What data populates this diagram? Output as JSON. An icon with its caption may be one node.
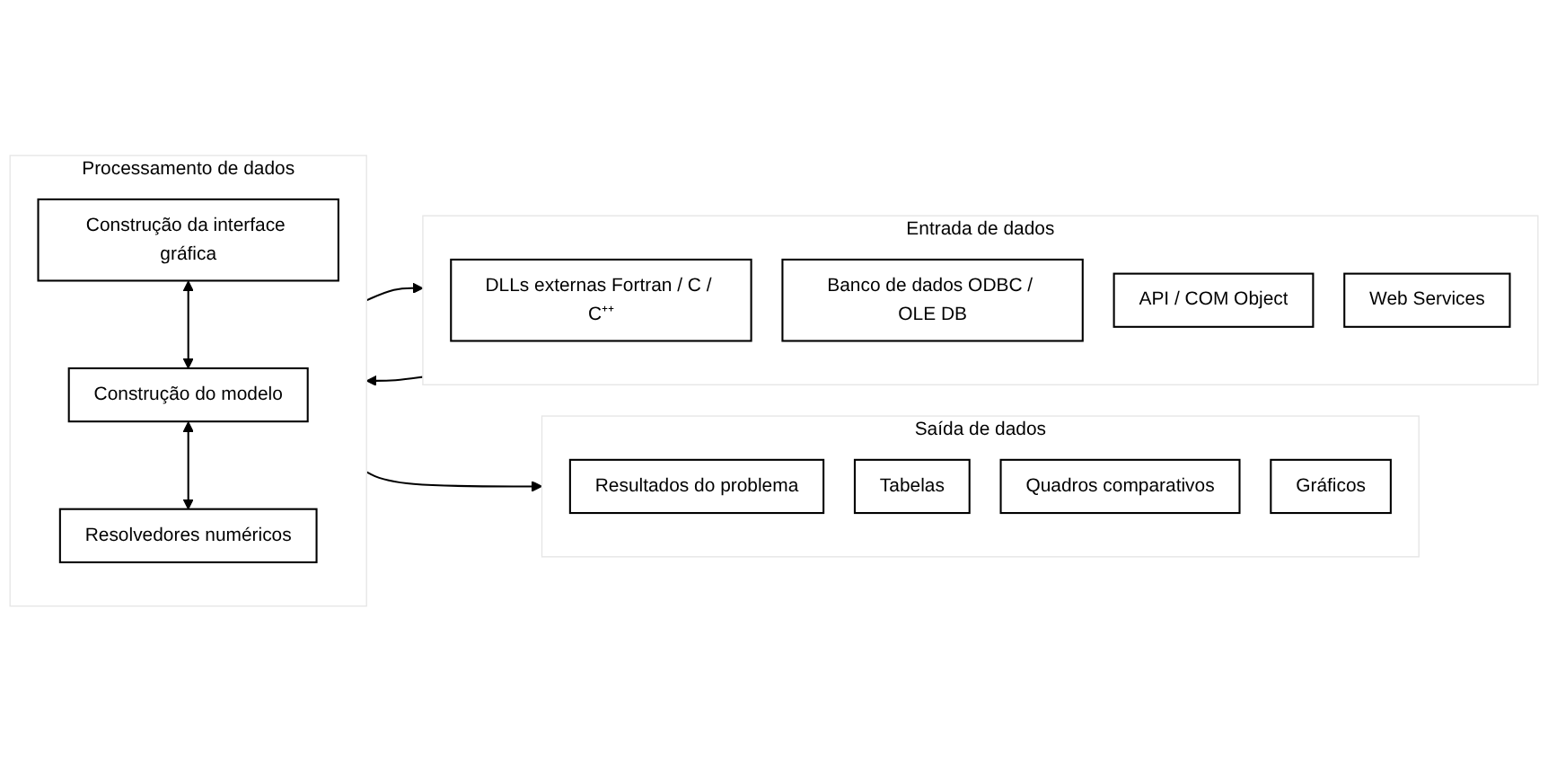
{
  "diagram": {
    "nodes": [
      {
        "text": [
          "Entrada de dados"
        ]
      },
      {
        "text": [
          "DLLs externas Fortran / C / C⁺⁺"
        ],
        "in": 0
      },
      {
        "text": [
          "Banco de dados ODBC / OLE DB"
        ],
        "in": 0
      },
      {
        "text": [
          "API / COM Object"
        ],
        "in": 0
      },
      {
        "text": [
          "Web Services"
        ],
        "in": 0
      },
      {
        "text": [
          "Processamento de dados"
        ]
      },
      {
        "text": [
          "Construção da interface gráfica"
        ],
        "in": 5
      },
      {
        "text": [
          "Construção do modelo"
        ],
        "in": 5
      },
      {
        "text": [
          "Resolvedores numéricos"
        ],
        "in": 5
      },
      {
        "text": [
          "Saída de dados"
        ]
      },
      {
        "text": [
          "Resultados do problema"
        ],
        "in": 9
      },
      {
        "text": [
          "Tabelas"
        ],
        "in": 9
      },
      {
        "text": [
          "Quadros comparativos"
        ],
        "in": 9
      },
      {
        "text": [
          "Gráficos"
        ],
        "in": 9
      }
    ],
    "edges": [
      {
        "from": 0,
        "to": 5,
        "arrow": "to"
      },
      {
        "from": 5,
        "to": 0,
        "arrow": "to"
      },
      {
        "from": 6,
        "to": 7,
        "arrow": "both"
      },
      {
        "from": 7,
        "to": 8,
        "arrow": "both"
      },
      {
        "from": 5,
        "to": 9,
        "arrow": "to"
      }
    ]
  }
}
